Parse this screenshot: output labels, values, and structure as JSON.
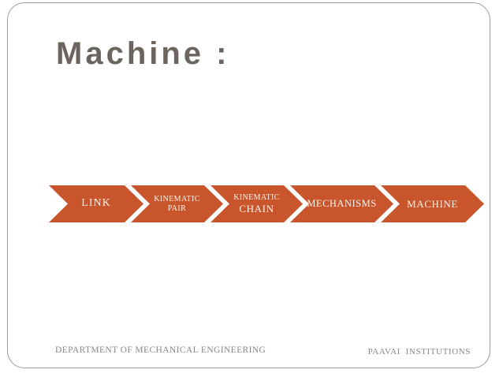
{
  "slide": {
    "title": "Machine :",
    "process": {
      "steps": [
        {
          "lines": [
            "LINK"
          ]
        },
        {
          "lines": [
            "KINEMATIC",
            "PAIR"
          ]
        },
        {
          "lines": [
            "KINEMATIC",
            "CHAIN"
          ]
        },
        {
          "lines": [
            "MECHANISMS"
          ]
        },
        {
          "lines": [
            "MACHINE"
          ]
        }
      ]
    },
    "footer": {
      "left": "DEPARTMENT OF MECHANICAL ENGINEERING",
      "right": "PAAVAI  INSTITUTIONS"
    },
    "colors": {
      "chevron_orange": "#c8552b",
      "chevron_text": "#fcf4ed",
      "title_gray": "#6b6560",
      "footer_gray": "#8a8784",
      "border_gray": "#9c9c9c",
      "background": "#ffffff"
    }
  }
}
